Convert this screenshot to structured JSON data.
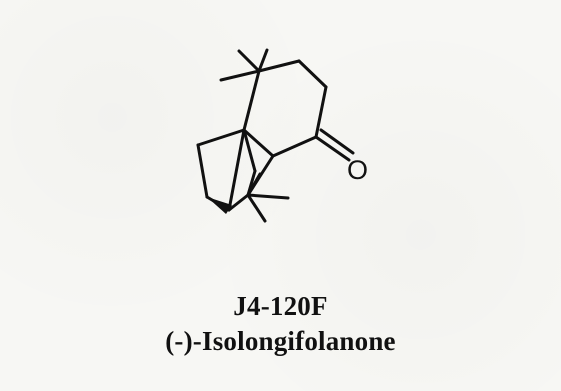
{
  "molecule": {
    "atom_labels": {
      "oxygen": "O"
    }
  },
  "caption": {
    "code": "J4-120F",
    "name": "(-)-Isolongifolanone"
  }
}
